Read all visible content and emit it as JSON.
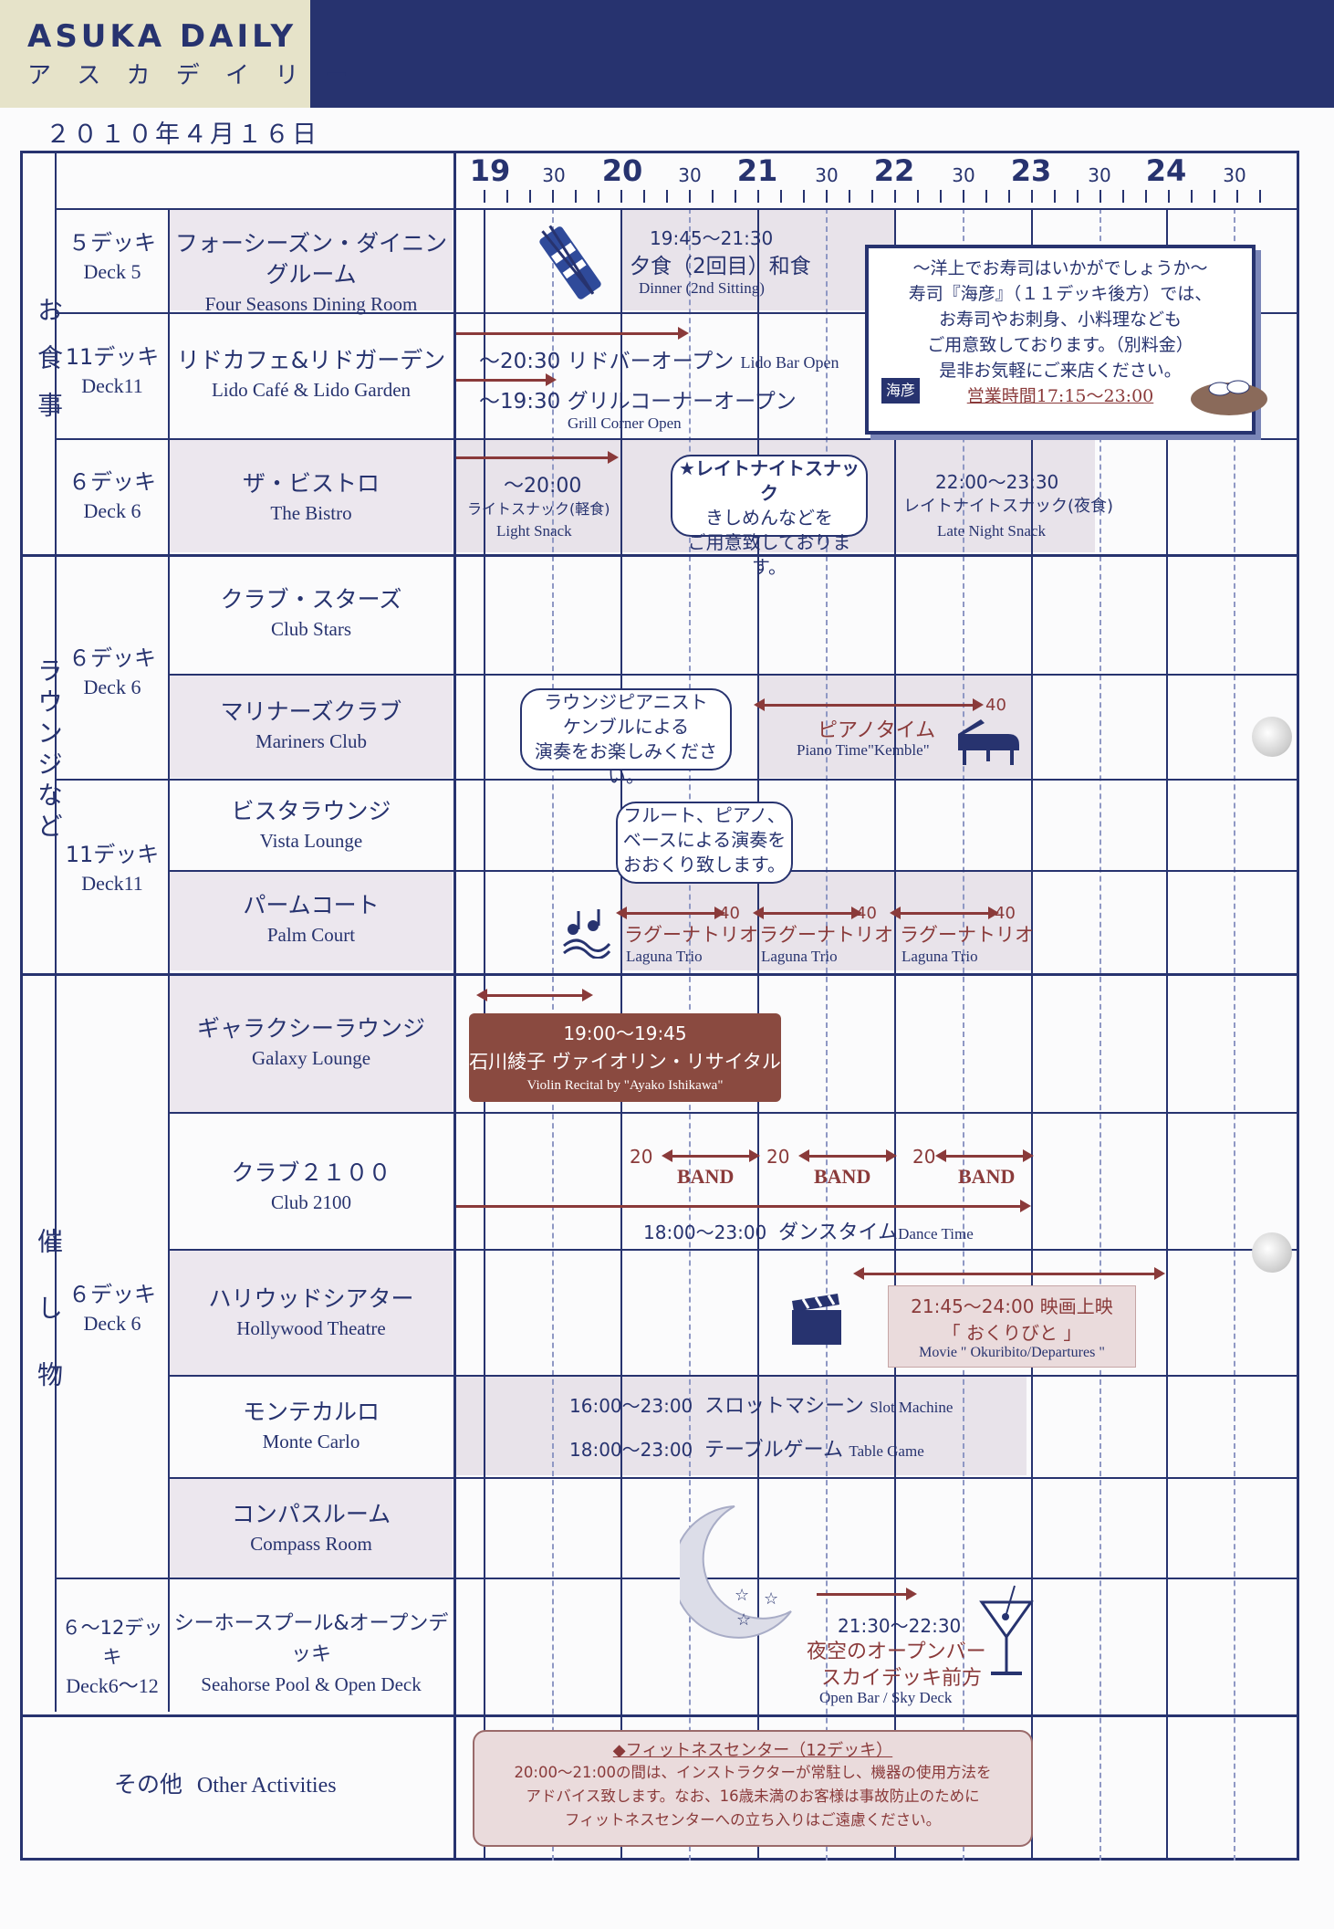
{
  "header": {
    "brand": "ASUKA DAILY",
    "brand_kana": "ア ス カ デ イ リ ー",
    "date": "２０１０年４月１６日"
  },
  "timeline": {
    "hours": [
      "19",
      "20",
      "21",
      "22",
      "23",
      "24"
    ],
    "half": "30"
  },
  "categories": {
    "dining": "お食事",
    "lounge": "ラウンジなど",
    "events": "催し物"
  },
  "decks": {
    "d5_jp": "５デッキ",
    "d5_en": "Deck 5",
    "d11_jp": "11デッキ",
    "d11_en": "Deck11",
    "d6a_jp": "６デッキ",
    "d6a_en": "Deck 6",
    "d6b_jp": "６デッキ",
    "d6b_en": "Deck 6",
    "d11b_jp": "11デッキ",
    "d11b_en": "Deck11",
    "d6c_jp": "６デッキ",
    "d6c_en": "Deck 6",
    "d612_jp": "６〜12デッキ",
    "d612_en": "Deck6〜12"
  },
  "venues": {
    "four_seasons": {
      "jp": "フォーシーズン・ダイニングルーム",
      "en": "Four Seasons Dining Room"
    },
    "lido": {
      "jp": "リドカフェ&リドガーデン",
      "en": "Lido Café & Lido Garden"
    },
    "bistro": {
      "jp": "ザ・ビストロ",
      "en": "The Bistro"
    },
    "club_stars": {
      "jp": "クラブ・スターズ",
      "en": "Club Stars"
    },
    "mariners": {
      "jp": "マリナーズクラブ",
      "en": "Mariners Club"
    },
    "vista": {
      "jp": "ビスタラウンジ",
      "en": "Vista Lounge"
    },
    "palm": {
      "jp": "パームコート",
      "en": "Palm Court"
    },
    "galaxy": {
      "jp": "ギャラクシーラウンジ",
      "en": "Galaxy Lounge"
    },
    "club2100": {
      "jp": "クラブ２１００",
      "en": "Club 2100"
    },
    "hollywood": {
      "jp": "ハリウッドシアター",
      "en": "Hollywood Theatre"
    },
    "monte": {
      "jp": "モンテカルロ",
      "en": "Monte Carlo"
    },
    "compass": {
      "jp": "コンパスルーム",
      "en": "Compass Room"
    },
    "seahorse": {
      "jp": "シーホースプール&オープンデッキ",
      "en": "Seahorse Pool & Open Deck"
    },
    "other": {
      "jp": "その他",
      "en": "Other Activities"
    }
  },
  "events": {
    "dinner_time": "19:45〜21:30",
    "dinner_jp": "夕食（2回目）和食",
    "dinner_en": "Dinner (2nd Sitting)",
    "sushi_1": "〜洋上でお寿司はいかがでしょうか〜",
    "sushi_2": "寿司『海彦』（１１デッキ後方）では、",
    "sushi_3": "お寿司やお刺身、小料理なども",
    "sushi_4": "ご用意致しております。（別料金）",
    "sushi_5": "是非お気軽にご来店ください。",
    "sushi_hours": "営業時間17:15〜23:00",
    "sushi_logo": "海彦",
    "lido_bar_jp": "〜20:30 リドバーオープン",
    "lido_bar_en": "Lido Bar Open",
    "grill_jp": "〜19:30  グリルコーナーオープン",
    "grill_en": "Grill Corner Open",
    "light_time": "〜20:00",
    "light_jp": "ライトスナック(軽食)",
    "light_en": "Light Snack",
    "late_bubble_1": "★レイトナイトスナック",
    "late_bubble_2": "きしめんなどを",
    "late_bubble_3": "ご用意致しております。",
    "late_time": "22:00〜23:30",
    "late_jp": "レイトナイトスナック(夜食)",
    "late_en": "Late Night Snack",
    "pianist_1": "ラウンジピアニスト",
    "pianist_2": "ケンブルによる",
    "pianist_3": "演奏をお楽しみください。",
    "piano_jp": "ピアノタイム",
    "piano_en": "Piano Time\"Kemble\"",
    "piano_40": "40",
    "flute_1": "フルート、ピアノ、",
    "flute_2": "ベースによる演奏を",
    "flute_3": "おおくり致します。",
    "laguna_jp": "ラグーナトリオ",
    "laguna_en": "Laguna Trio",
    "laguna_40": "40",
    "violin_time": "19:00〜19:45",
    "violin_jp": "石川綾子 ヴァイオリン・リサイタル",
    "violin_en": "Violin Recital  by  \"Ayako Ishikawa\"",
    "band": "BAND",
    "band_20": "20",
    "dance_time": "18:00〜23:00",
    "dance_jp": "ダンスタイム",
    "dance_en": "Dance Time",
    "movie_time": "21:45〜24:00  映画上映",
    "movie_jp": "「 おくりびと 」",
    "movie_en": "Movie \" Okuribito/Departures \"",
    "slot_time": "16:00〜23:00",
    "slot_jp": "スロットマシーン",
    "slot_en": "Slot Machine",
    "table_time": "18:00〜23:00",
    "table_jp": "テーブルゲーム",
    "table_en": "Table Game",
    "bar_time": "21:30〜22:30",
    "bar_jp1": "夜空のオープンバー",
    "bar_jp2": "スカイデッキ前方",
    "bar_en": "Open Bar / Sky Deck",
    "fit_title": "◆フィットネスセンター（12デッキ）",
    "fit_1": "20:00〜21:00の間は、インストラクターが常駐し、機器の使用方法を",
    "fit_2": "アドバイス致します。なお、16歳未満のお客様は事故防止のために",
    "fit_3": "フィットネスセンターへの立ち入りはご遠慮ください。"
  },
  "colors": {
    "navy": "#27336f",
    "maroon": "#8a3a3a",
    "cream": "#e6e3c9"
  }
}
